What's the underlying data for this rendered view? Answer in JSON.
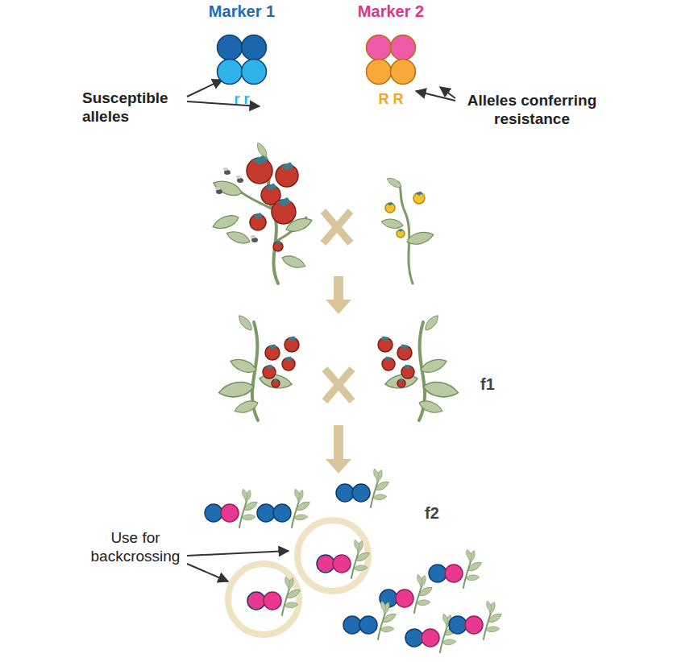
{
  "diagram": {
    "nodes": [
      {
        "text": [
          "Marker 1",
          "r r"
        ]
      },
      {
        "text": [
          "Marker 2",
          "R R"
        ]
      }
    ],
    "labels": [
      "Susceptible alleles",
      "Alleles conferring resistance",
      "f1",
      "f2",
      "Use for backcrossing"
    ]
  }
}
